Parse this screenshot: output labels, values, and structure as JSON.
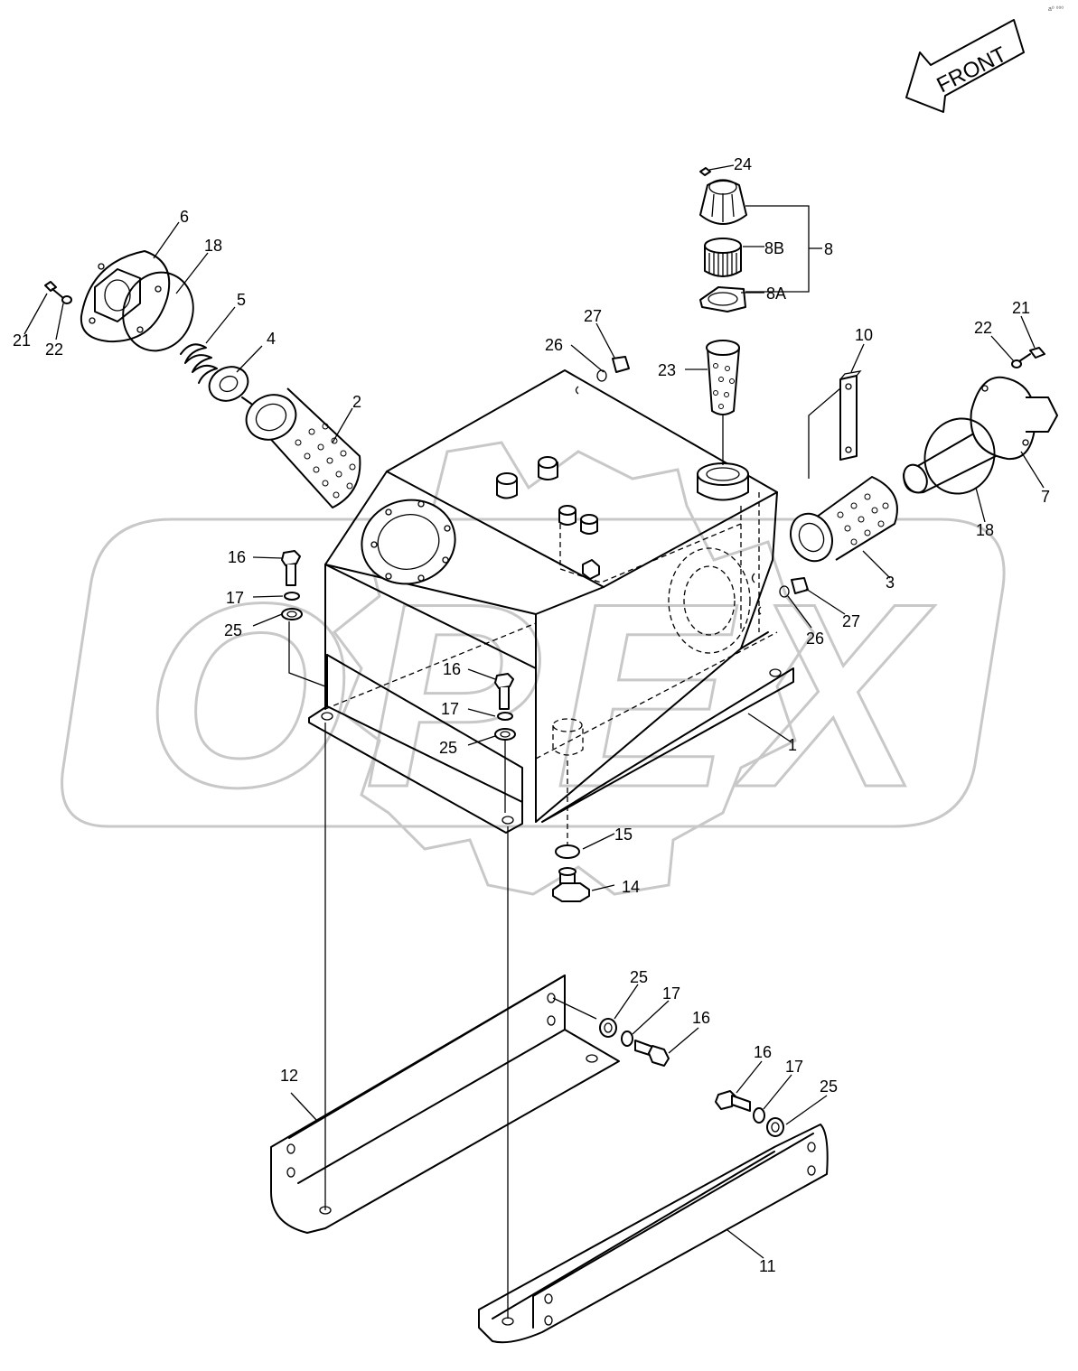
{
  "direction_indicator": {
    "text": "FRONT"
  },
  "watermark": {
    "text": "OPEX"
  },
  "corner_mark": "a⁰ ⁰⁰⁰",
  "callouts": {
    "c1": "1",
    "c2": "2",
    "c3": "3",
    "c4": "4",
    "c5": "5",
    "c6": "6",
    "c7": "7",
    "c8": "8",
    "c8a": "8A",
    "c8b": "8B",
    "c10": "10",
    "c11": "11",
    "c12": "12",
    "c14": "14",
    "c15": "15",
    "c16a": "16",
    "c16b": "16",
    "c16c": "16",
    "c16d": "16",
    "c17a": "17",
    "c17b": "17",
    "c17c": "17",
    "c17d": "17",
    "c18a": "18",
    "c18b": "18",
    "c21a": "21",
    "c21b": "21",
    "c22a": "22",
    "c22b": "22",
    "c23": "23",
    "c24": "24",
    "c25a": "25",
    "c25b": "25",
    "c25c": "25",
    "c25d": "25",
    "c26a": "26",
    "c26b": "26",
    "c27a": "27",
    "c27b": "27"
  },
  "colors": {
    "line": "#000000",
    "watermark": "#c8c8c8",
    "background": "#ffffff"
  }
}
